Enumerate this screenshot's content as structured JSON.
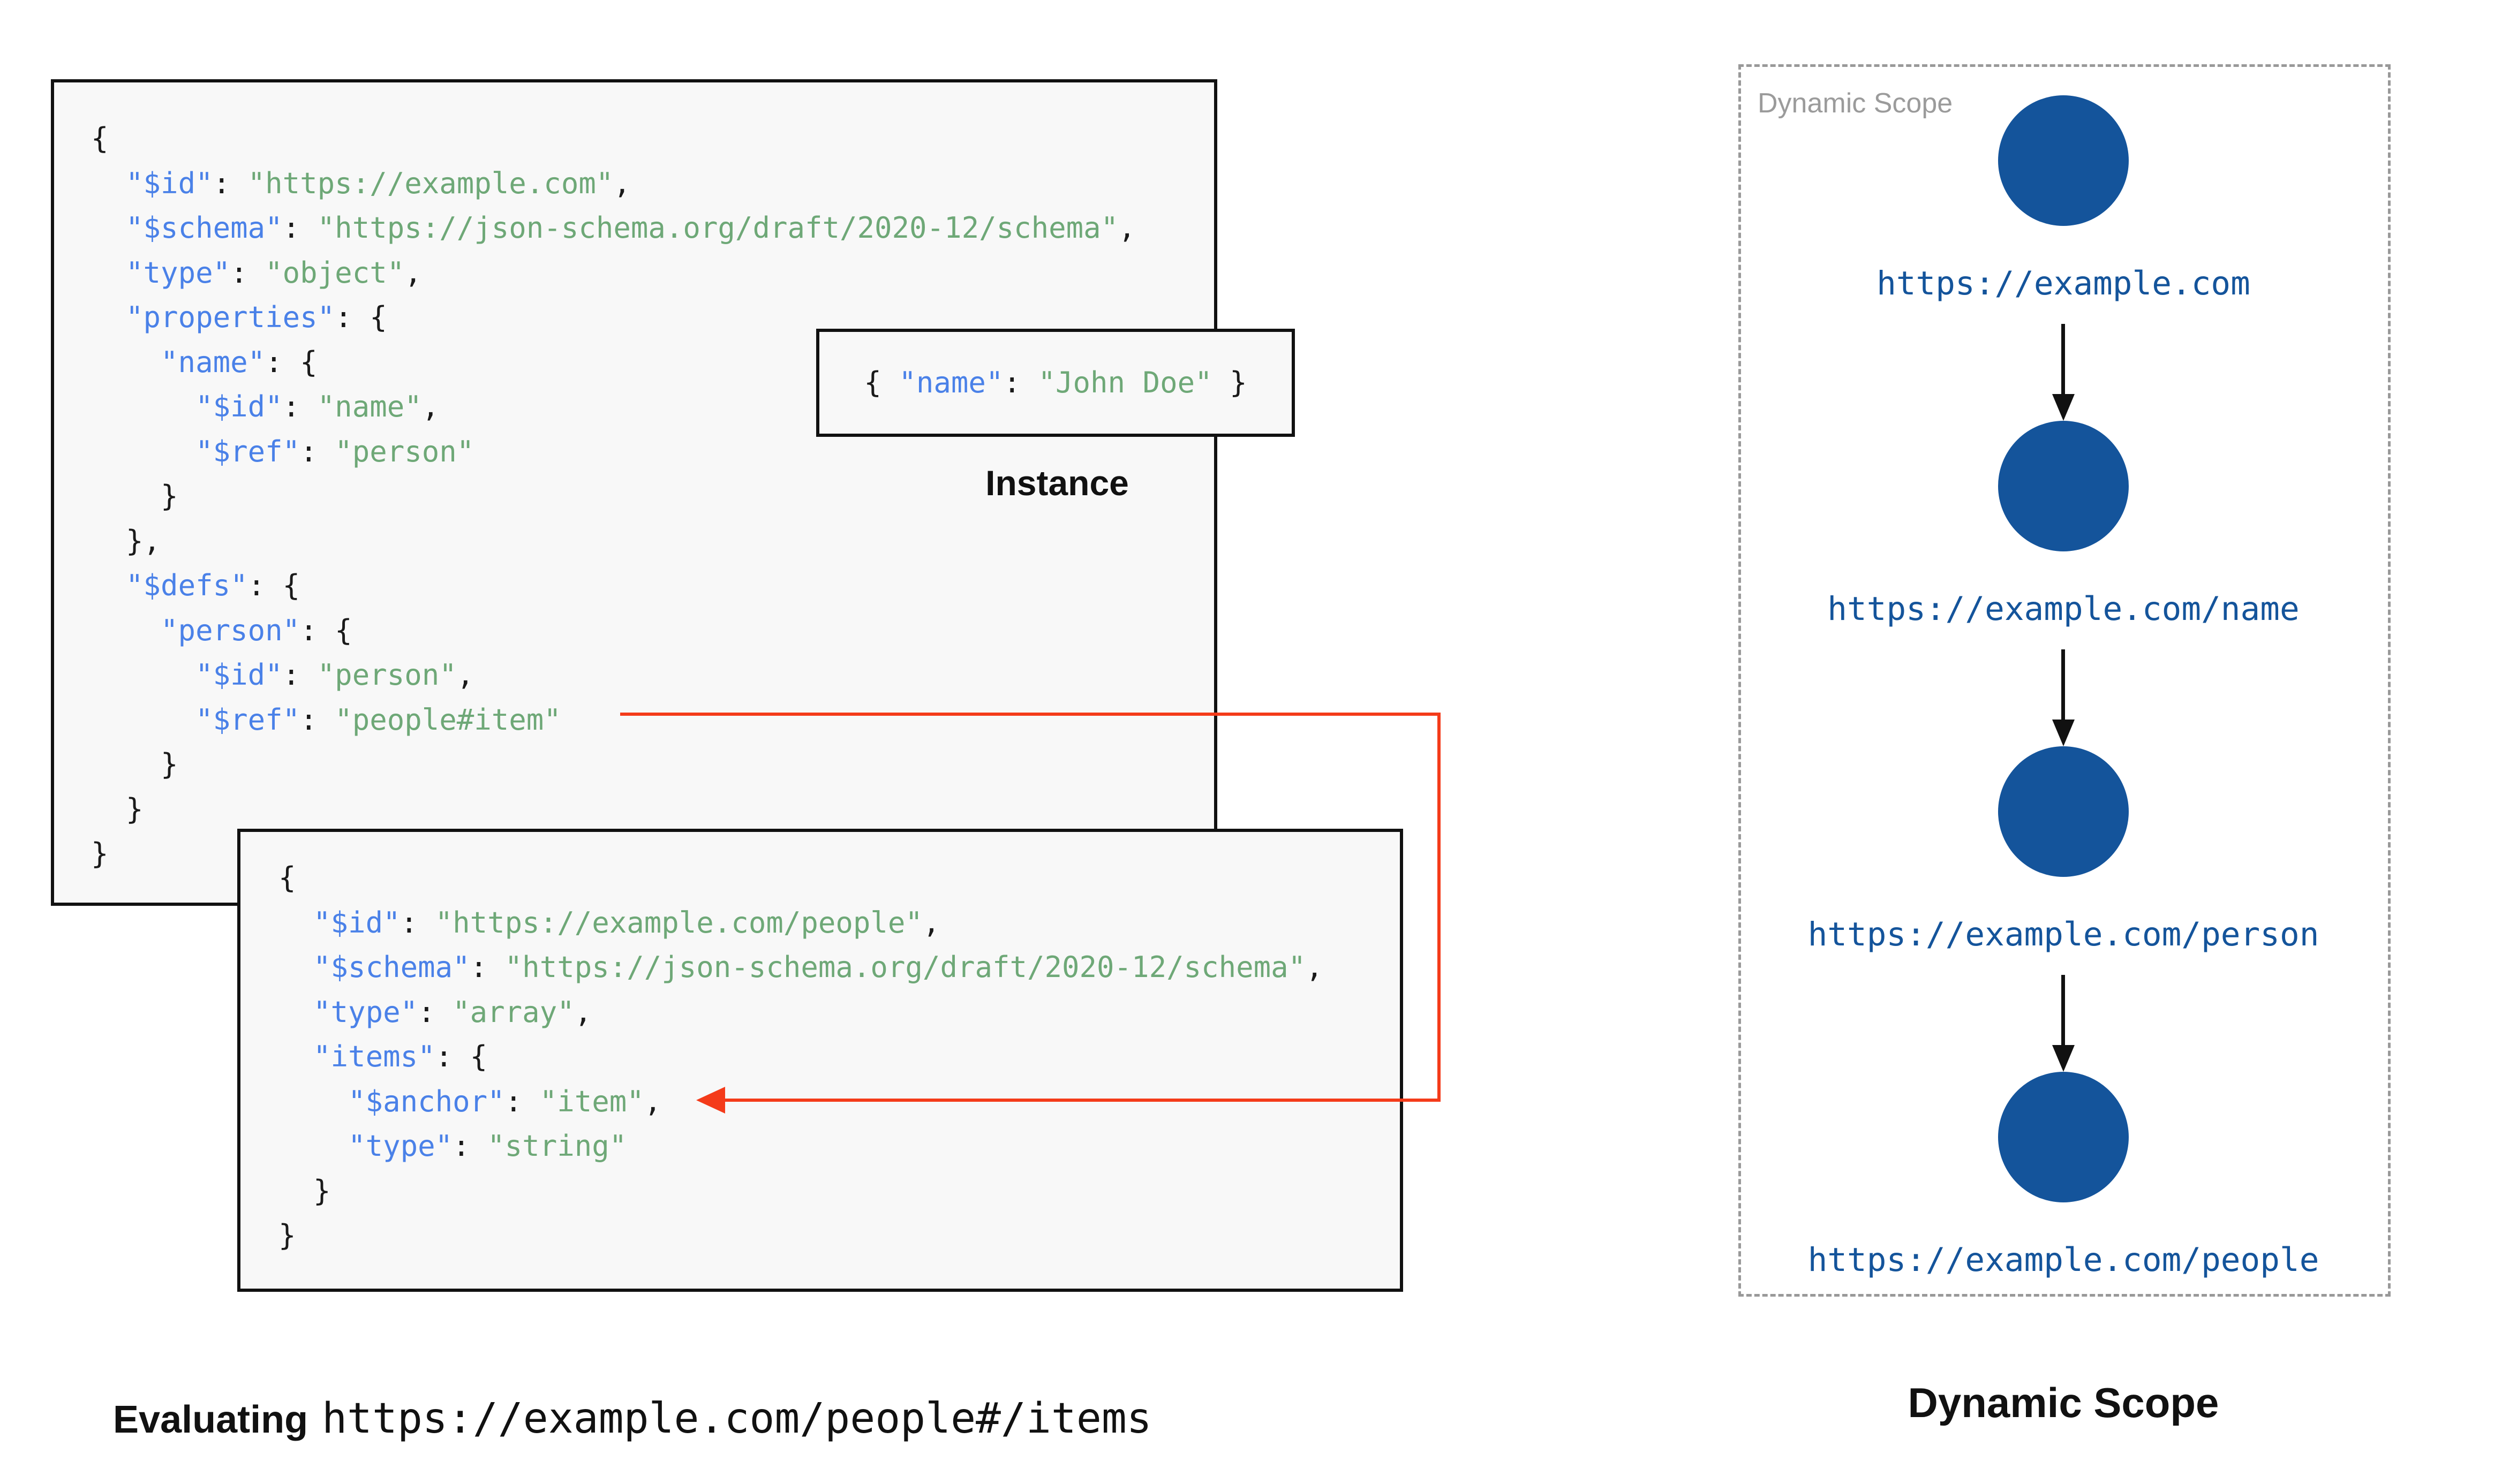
{
  "colors": {
    "key_blue": "#4a81e8",
    "string_green": "#6ea877",
    "punctuation_black": "#1a1a1a",
    "red_connector": "#f43b1a",
    "node_blue": "#14549b",
    "panel_background": "#f8f8f8",
    "border_black": "#111111",
    "dashed_gray": "#999999",
    "muted_gray_label": "#9b9b9b"
  },
  "code": {
    "schema_a": [
      [
        [
          "p",
          "{"
        ]
      ],
      [
        [
          "p",
          "  "
        ],
        [
          "k",
          "\"$id\""
        ],
        [
          "p",
          ": "
        ],
        [
          "s",
          "\"https://example.com\""
        ],
        [
          "p",
          ","
        ]
      ],
      [
        [
          "p",
          "  "
        ],
        [
          "k",
          "\"$schema\""
        ],
        [
          "p",
          ": "
        ],
        [
          "s",
          "\"https://json-schema.org/draft/2020-12/schema\""
        ],
        [
          "p",
          ","
        ]
      ],
      [
        [
          "p",
          "  "
        ],
        [
          "k",
          "\"type\""
        ],
        [
          "p",
          ": "
        ],
        [
          "s",
          "\"object\""
        ],
        [
          "p",
          ","
        ]
      ],
      [
        [
          "p",
          "  "
        ],
        [
          "k",
          "\"properties\""
        ],
        [
          "p",
          ": {"
        ]
      ],
      [
        [
          "p",
          "    "
        ],
        [
          "k",
          "\"name\""
        ],
        [
          "p",
          ": {"
        ]
      ],
      [
        [
          "p",
          "      "
        ],
        [
          "k",
          "\"$id\""
        ],
        [
          "p",
          ": "
        ],
        [
          "s",
          "\"name\""
        ],
        [
          "p",
          ","
        ]
      ],
      [
        [
          "p",
          "      "
        ],
        [
          "k",
          "\"$ref\""
        ],
        [
          "p",
          ": "
        ],
        [
          "s",
          "\"person\""
        ]
      ],
      [
        [
          "p",
          "    }"
        ]
      ],
      [
        [
          "p",
          "  },"
        ]
      ],
      [
        [
          "p",
          "  "
        ],
        [
          "k",
          "\"$defs\""
        ],
        [
          "p",
          ": {"
        ]
      ],
      [
        [
          "p",
          "    "
        ],
        [
          "k",
          "\"person\""
        ],
        [
          "p",
          ": {"
        ]
      ],
      [
        [
          "p",
          "      "
        ],
        [
          "k",
          "\"$id\""
        ],
        [
          "p",
          ": "
        ],
        [
          "s",
          "\"person\""
        ],
        [
          "p",
          ","
        ]
      ],
      [
        [
          "p",
          "      "
        ],
        [
          "k",
          "\"$ref\""
        ],
        [
          "p",
          ": "
        ],
        [
          "s",
          "\"people#item\""
        ]
      ],
      [
        [
          "p",
          "    }"
        ]
      ],
      [
        [
          "p",
          "  }"
        ]
      ],
      [
        [
          "p",
          "}"
        ]
      ]
    ],
    "schema_b": [
      [
        [
          "p",
          "{"
        ]
      ],
      [
        [
          "p",
          "  "
        ],
        [
          "k",
          "\"$id\""
        ],
        [
          "p",
          ": "
        ],
        [
          "s",
          "\"https://example.com/people\""
        ],
        [
          "p",
          ","
        ]
      ],
      [
        [
          "p",
          "  "
        ],
        [
          "k",
          "\"$schema\""
        ],
        [
          "p",
          ": "
        ],
        [
          "s",
          "\"https://json-schema.org/draft/2020-12/schema\""
        ],
        [
          "p",
          ","
        ]
      ],
      [
        [
          "p",
          "  "
        ],
        [
          "k",
          "\"type\""
        ],
        [
          "p",
          ": "
        ],
        [
          "s",
          "\"array\""
        ],
        [
          "p",
          ","
        ]
      ],
      [
        [
          "p",
          "  "
        ],
        [
          "k",
          "\"items\""
        ],
        [
          "p",
          ": {"
        ]
      ],
      [
        [
          "p",
          "    "
        ],
        [
          "k",
          "\"$anchor\""
        ],
        [
          "p",
          ": "
        ],
        [
          "s",
          "\"item\""
        ],
        [
          "p",
          ","
        ]
      ],
      [
        [
          "p",
          "    "
        ],
        [
          "k",
          "\"type\""
        ],
        [
          "p",
          ": "
        ],
        [
          "s",
          "\"string\""
        ]
      ],
      [
        [
          "p",
          "  }"
        ]
      ],
      [
        [
          "p",
          "}"
        ]
      ]
    ],
    "instance": [
      [
        [
          "p",
          "{ "
        ],
        [
          "k",
          "\"name\""
        ],
        [
          "p",
          ": "
        ],
        [
          "s",
          "\"John Doe\""
        ],
        [
          "p",
          " }"
        ]
      ]
    ]
  },
  "labels": {
    "instance": "Instance",
    "scope_tag": "Dynamic Scope",
    "scope_title": "Dynamic Scope",
    "caption_prefix": "Evaluating",
    "caption_uri": "https://example.com/people#/items"
  },
  "scope": {
    "nodes": [
      {
        "label": "https://example.com"
      },
      {
        "label": "https://example.com/name"
      },
      {
        "label": "https://example.com/person"
      },
      {
        "label": "https://example.com/people"
      }
    ]
  }
}
